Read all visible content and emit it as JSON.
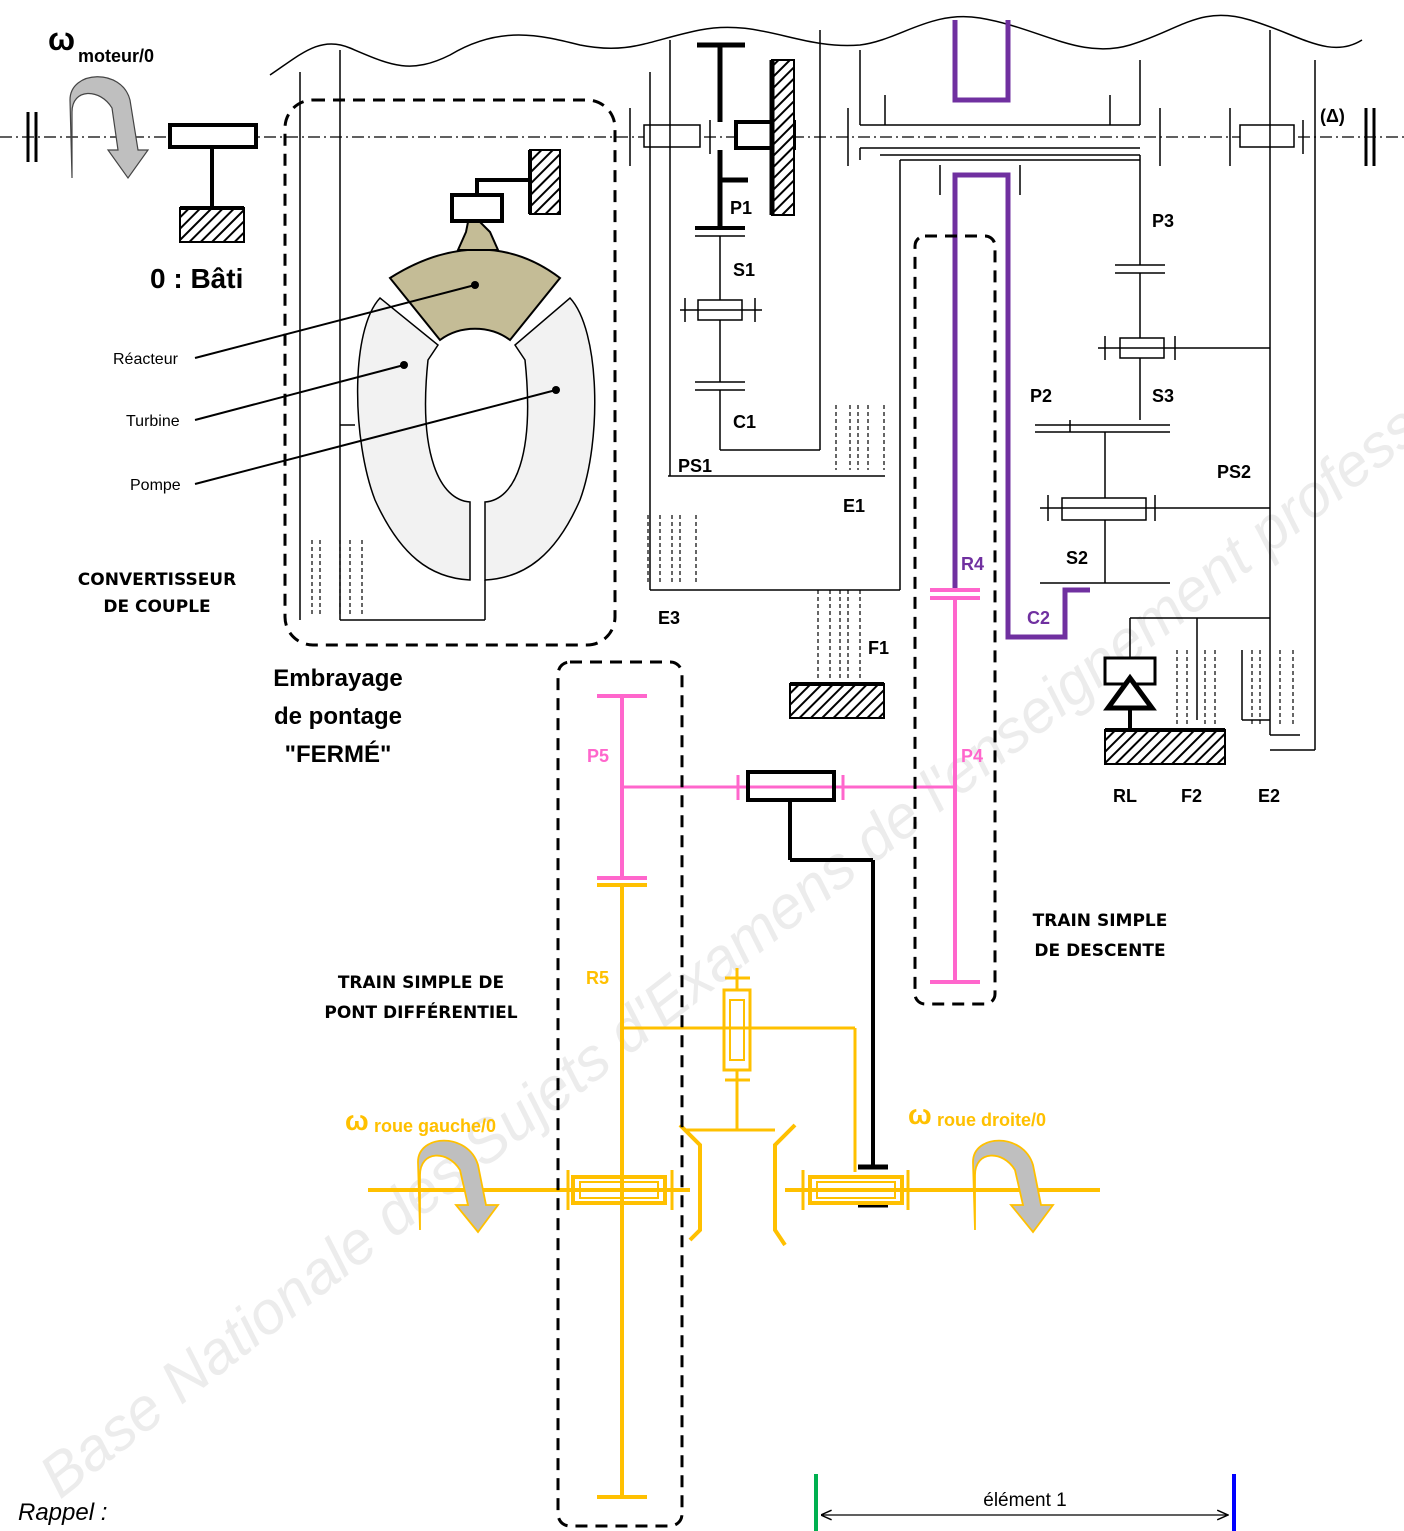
{
  "colors": {
    "black": "#000000",
    "purple": "#7030A0",
    "pink": "#FF66CC",
    "gold": "#FFC000",
    "reactor": "#C4BC96",
    "torus": "#F2F2F2",
    "arrow_fill": "#BFBFBF",
    "green": "#00B050",
    "blue": "#0000FF"
  },
  "labels": {
    "omega_motor_symbol": "ω",
    "omega_motor_sub": "moteur/0",
    "frame": "0 : Bâti",
    "axis": "(Δ)",
    "reacteur": "Réacteur",
    "turbine": "Turbine",
    "pompe": "Pompe",
    "converter_line1": "CONVERTISSEUR",
    "converter_line2": "DE COUPLE",
    "lockup_line1": "Embrayage",
    "lockup_line2": "de pontage",
    "lockup_line3": "\"FERMÉ\"",
    "P1": "P1",
    "S1": "S1",
    "C1": "C1",
    "PS1": "PS1",
    "E1": "E1",
    "E3": "E3",
    "F1": "F1",
    "P2": "P2",
    "P3": "P3",
    "S2": "S2",
    "S3": "S3",
    "PS2": "PS2",
    "C2": "C2",
    "R4": "R4",
    "P4": "P4",
    "P5": "P5",
    "R5": "R5",
    "RL": "RL",
    "F2": "F2",
    "E2": "E2",
    "descent_line1": "TRAIN SIMPLE",
    "descent_line2": "DE DESCENTE",
    "diff_line1": "TRAIN SIMPLE DE",
    "diff_line2": "PONT DIFFÉRENTIEL",
    "omega_left_symbol": "ω",
    "omega_left_sub": "roue gauche/0",
    "omega_right_symbol": "ω",
    "omega_right_sub": "roue droite/0",
    "rappel": "Rappel :",
    "element1": "élément 1",
    "watermark": "Base Nationale des Sujets d'Examens de l'enseignement professionnel"
  }
}
